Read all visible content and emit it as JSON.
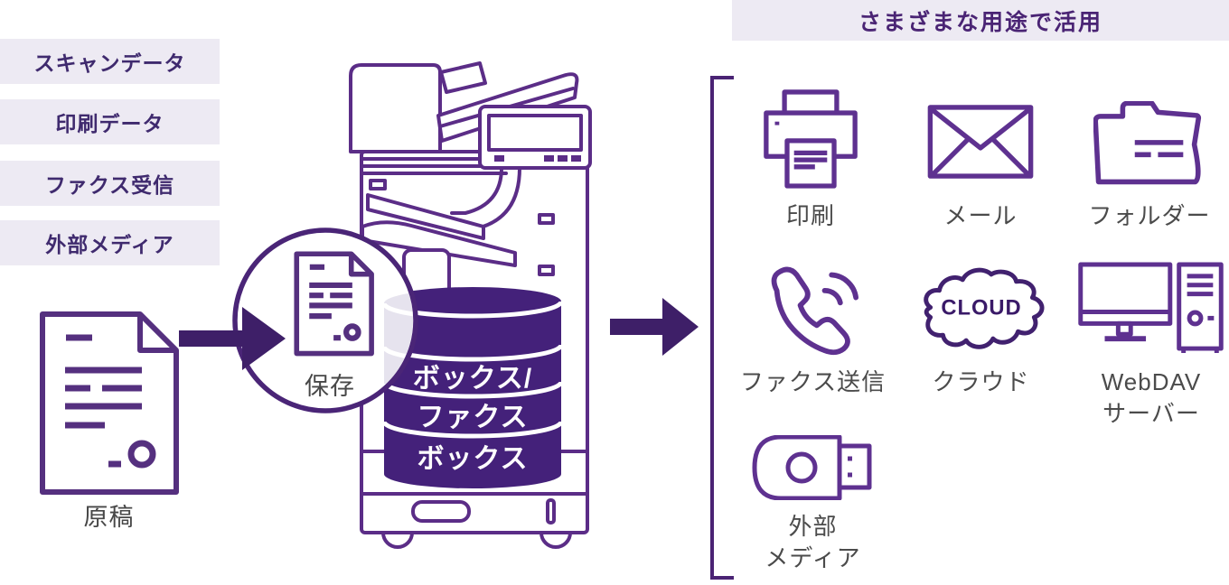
{
  "title_bar": {
    "label": "さまざまな用途で活用"
  },
  "sources": {
    "items": [
      {
        "label": "スキャンデータ"
      },
      {
        "label": "印刷データ"
      },
      {
        "label": "ファクス受信"
      },
      {
        "label": "外部メディア"
      }
    ]
  },
  "original_doc": {
    "label": "原稿"
  },
  "save_step": {
    "label": "保存"
  },
  "storage_db": {
    "lines": [
      "ボックス/",
      "ファクス",
      "ボックス"
    ]
  },
  "usage": {
    "items": [
      {
        "label": "印刷"
      },
      {
        "label": "メール"
      },
      {
        "label": "フォルダー"
      },
      {
        "label": "ファクス送信"
      },
      {
        "label": "クラウド",
        "icon_text": "CLOUD"
      },
      {
        "label": "WebDAV",
        "label2": "サーバー"
      },
      {
        "label": "外部",
        "label2": "メディア"
      }
    ]
  },
  "colors": {
    "icon_purple": "#5e3190",
    "dark_purple": "#3e1f68",
    "cylinder_fill": "#44217a",
    "bar_background": "#edeaf3",
    "heading_text": "#4a2474",
    "label_gray": "#4b4b4b"
  }
}
